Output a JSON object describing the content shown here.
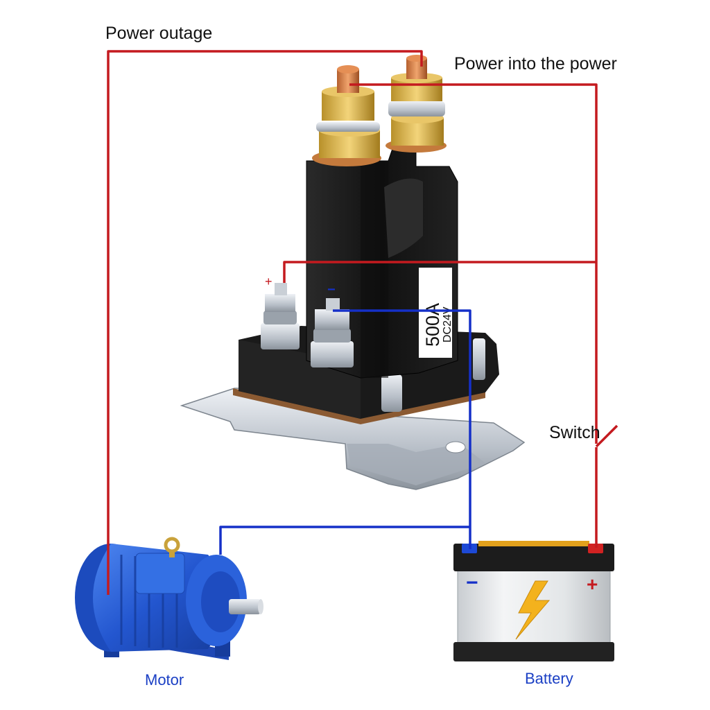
{
  "labels": {
    "power_outage": "Power outage",
    "power_into": "Power into the power",
    "switch": "Switch",
    "motor": "Motor",
    "battery": "Battery"
  },
  "relay": {
    "rating": "500A",
    "voltage": "DC24V",
    "coil_plus": "+",
    "coil_minus": "−"
  },
  "battery": {
    "neg": "−",
    "pos": "+"
  },
  "colors": {
    "positive_wire": "#c41a1f",
    "negative_wire": "#1530c8",
    "relay_body": "#141414",
    "motor": "#2a5fd6",
    "copper": "#d98a4e"
  }
}
